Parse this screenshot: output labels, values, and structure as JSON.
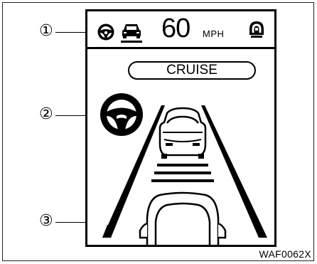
{
  "figure": {
    "callouts": [
      "①",
      "②",
      "③"
    ],
    "caption": "WAF0062X"
  },
  "display": {
    "speed_value": "60",
    "speed_unit": "MPH",
    "mode_label": "CRUISE",
    "icons": [
      "steering-wheel-indicator-icon",
      "vehicle-ahead-icon",
      "system-status-icon",
      "steering-wheel-large-icon",
      "lead-vehicle-icon",
      "own-vehicle-icon"
    ]
  }
}
